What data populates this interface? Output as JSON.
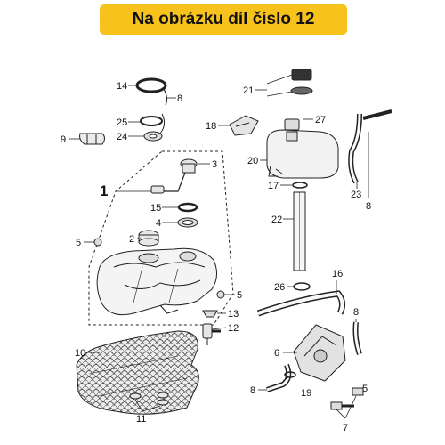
{
  "header": {
    "title": "Na obrázku díl číslo 12"
  },
  "colors": {
    "banner_bg": "#f7c21b",
    "line": "#222222",
    "part_fill": "#f2f2f2",
    "part_shade": "#cfcfcf"
  },
  "callouts": [
    {
      "id": "c1",
      "label": "1"
    },
    {
      "id": "c2",
      "label": "2"
    },
    {
      "id": "c3",
      "label": "3"
    },
    {
      "id": "c4",
      "label": "4"
    },
    {
      "id": "c5a",
      "label": "5"
    },
    {
      "id": "c5b",
      "label": "5"
    },
    {
      "id": "c5c",
      "label": "5"
    },
    {
      "id": "c6",
      "label": "6"
    },
    {
      "id": "c7",
      "label": "7"
    },
    {
      "id": "c8a",
      "label": "8"
    },
    {
      "id": "c8b",
      "label": "8"
    },
    {
      "id": "c8c",
      "label": "8"
    },
    {
      "id": "c8d",
      "label": "8"
    },
    {
      "id": "c9",
      "label": "9"
    },
    {
      "id": "c10",
      "label": "10"
    },
    {
      "id": "c11",
      "label": "11"
    },
    {
      "id": "c12",
      "label": "12"
    },
    {
      "id": "c13",
      "label": "13"
    },
    {
      "id": "c14",
      "label": "14"
    },
    {
      "id": "c15",
      "label": "15"
    },
    {
      "id": "c16",
      "label": "16"
    },
    {
      "id": "c17",
      "label": "17"
    },
    {
      "id": "c18",
      "label": "18"
    },
    {
      "id": "c19",
      "label": "19"
    },
    {
      "id": "c20",
      "label": "20"
    },
    {
      "id": "c21",
      "label": "21"
    },
    {
      "id": "c22",
      "label": "22"
    },
    {
      "id": "c23",
      "label": "23"
    },
    {
      "id": "c24",
      "label": "24"
    },
    {
      "id": "c25",
      "label": "25"
    },
    {
      "id": "c26",
      "label": "26"
    },
    {
      "id": "c27",
      "label": "27"
    }
  ]
}
